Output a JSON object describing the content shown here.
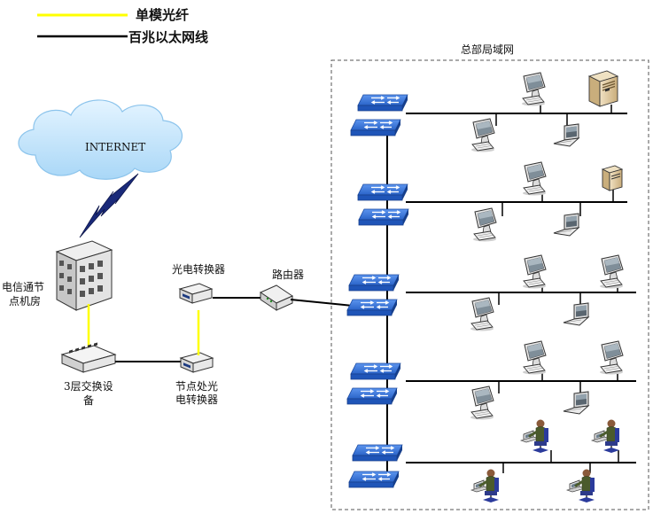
{
  "legend": {
    "fiber": {
      "label": "单模光纤",
      "color": "#ffff00"
    },
    "ethernet": {
      "label": "百兆以太网线",
      "color": "#000000"
    }
  },
  "labels": {
    "internet": "INTERNET",
    "telecom_line1": "电信通节",
    "telecom_line2": "点机房",
    "oe_converter": "光电转换器",
    "router": "路由器",
    "hq_lan": "总部局域网",
    "l3_switch_line1": "3层交换设",
    "l3_switch_line2": "备",
    "node_converter_line1": "节点处光",
    "node_converter_line2": "电转换器"
  },
  "colors": {
    "switch_blue": "#2f6fd6",
    "cloud_blue": "#bfe3fb",
    "fiber_yellow": "#ffff00",
    "lightning": "#1a2a7a"
  }
}
